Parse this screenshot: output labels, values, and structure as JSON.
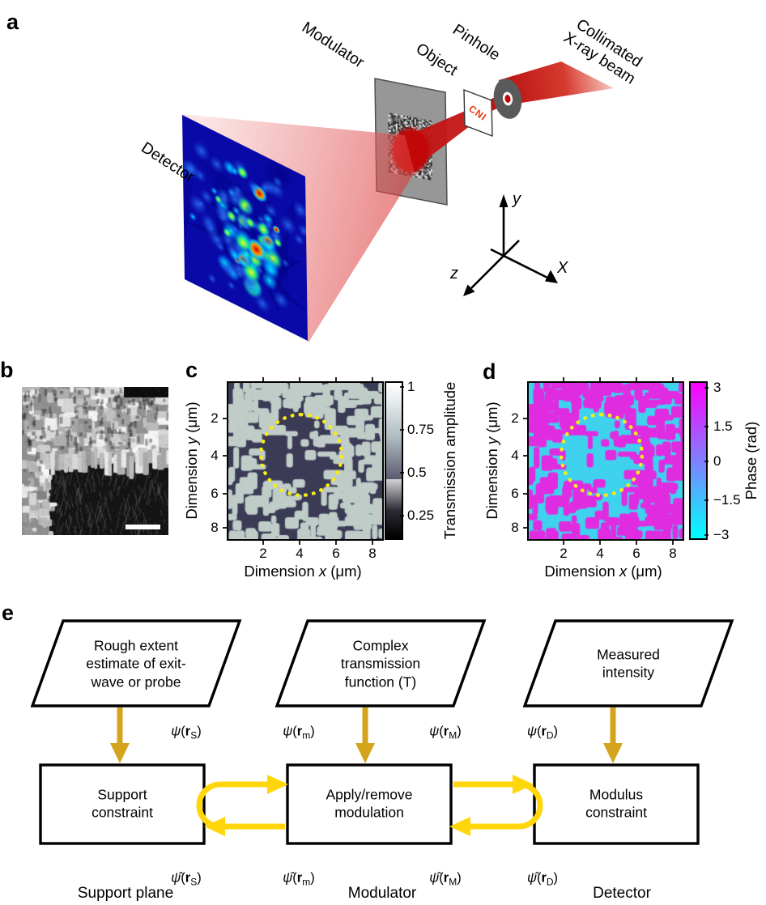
{
  "panel_a": {
    "label": "a",
    "component_labels": {
      "detector": "Detector",
      "modulator": "Modulator",
      "object": "Object",
      "pinhole": "Pinhole",
      "beam_line1": "Collimated",
      "beam_line2": "X-ray beam"
    },
    "pinhole_text": "CNI",
    "axes": {
      "x": "X",
      "y": "y",
      "z": "z"
    }
  },
  "panel_b": {
    "label": "b"
  },
  "panel_c": {
    "label": "c",
    "xlabel_pre": "Dimension ",
    "xlabel_var": "x",
    "xlabel_unit": " (μm)",
    "ylabel_pre": "Dimension ",
    "ylabel_var": "y",
    "ylabel_unit": " (μm)",
    "xticks": [
      "2",
      "4",
      "6",
      "8"
    ],
    "yticks": [
      "2",
      "4",
      "6",
      "8"
    ],
    "colorbar": {
      "ticks": [
        "1",
        "0.75",
        "0.5",
        "0.25"
      ],
      "label": "Transmission amplitude"
    }
  },
  "panel_d": {
    "label": "d",
    "xlabel_pre": "Dimension ",
    "xlabel_var": "x",
    "xlabel_unit": " (μm)",
    "ylabel_pre": "Dimension ",
    "ylabel_var": "y",
    "ylabel_unit": " (μm)",
    "xticks": [
      "2",
      "4",
      "6",
      "8"
    ],
    "yticks": [
      "2",
      "4",
      "6",
      "8"
    ],
    "colorbar": {
      "ticks": [
        "3",
        "1.5",
        "0",
        "−1.5",
        "−3"
      ],
      "label": "Phase (rad)"
    }
  },
  "panel_e": {
    "label": "e",
    "inputs": [
      [
        "Rough extent",
        "estimate of exit-",
        "wave or probe"
      ],
      [
        "Complex",
        "transmission",
        "function (T)"
      ],
      [
        "Measured",
        "intensity"
      ]
    ],
    "processes": [
      [
        "Support",
        "constraint"
      ],
      [
        "Apply/remove",
        "modulation"
      ],
      [
        "Modulus",
        "constraint"
      ]
    ],
    "wave_top": [
      {
        "psi": "ψ",
        "lp": "(",
        "r": "r",
        "sub": "S",
        "rp": ")"
      },
      {
        "psi": "ψ",
        "lp": "(",
        "r": "r",
        "sub": "m",
        "rp": ")"
      },
      {
        "psi": "ψ",
        "lp": "(",
        "r": "r",
        "sub": "M",
        "rp": ")"
      },
      {
        "psi": "ψ",
        "lp": "(",
        "r": "r",
        "sub": "D",
        "rp": ")"
      }
    ],
    "wave_bottom": [
      {
        "psi": "ψ̂",
        "lp": "(",
        "r": "r",
        "sub": "S",
        "rp": ")"
      },
      {
        "psi": "ψ̂",
        "lp": "(",
        "r": "r",
        "sub": "m",
        "rp": ")"
      },
      {
        "psi": "ψ̂",
        "lp": "(",
        "r": "r",
        "sub": "M",
        "rp": ")"
      },
      {
        "psi": "ψ̂",
        "lp": "(",
        "r": "r",
        "sub": "D",
        "rp": ")"
      }
    ],
    "planes": [
      "Support plane",
      "Modulator",
      "Detector"
    ]
  },
  "colors": {
    "arrow_gold": "#d4a41c",
    "arrow_yellow": "#ffd60a",
    "dotted_circle_yellow": "#f7ec13",
    "beam_red": "#c41414",
    "map_c_bg": "#3b3b55",
    "map_c_fg": "#bfccc8",
    "map_d_bg": "#3fd2ef",
    "map_d_fg": "#e02ce0",
    "phase_bar_top": "#ff00ff",
    "phase_bar_bottom": "#00ffff"
  }
}
